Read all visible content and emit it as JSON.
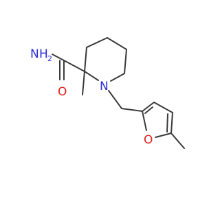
{
  "molecule": {
    "colors": {
      "bond": "#3a3a3a",
      "nitrogen": "#2b2bd6",
      "oxygen": "#e0201c",
      "background": "#ffffff"
    },
    "atoms": {
      "amide_nitrogen": "NH2",
      "amide_nitrogen_symbol": "N",
      "amide_nitrogen_h": "H",
      "amide_nitrogen_sub": "2",
      "carbonyl_oxygen": "O",
      "ring_nitrogen": "N",
      "furan_oxygen": "O"
    }
  }
}
